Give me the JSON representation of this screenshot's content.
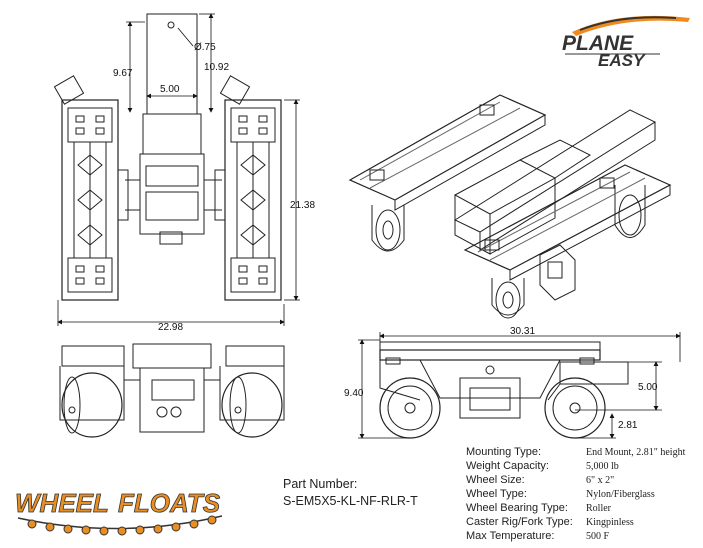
{
  "brand": {
    "top_logo_line1": "PLANE",
    "top_logo_line2": "EASY",
    "bottom_logo_word1": "WHEEL",
    "bottom_logo_word2": "FLOATS"
  },
  "dimensions": {
    "hole_dia": "Ø.75",
    "d_9_67": "9.67",
    "d_10_92": "10.92",
    "d_5_00_top": "5.00",
    "d_21_38": "21.38",
    "d_22_98": "22.98",
    "d_30_31": "30.31",
    "d_9_40": "9.40",
    "d_5_00_side": "5.00",
    "d_2_81": "2.81"
  },
  "part": {
    "label": "Part Number:",
    "value": "S-EM5X5-KL-NF-RLR-T"
  },
  "specs": [
    {
      "label": "Mounting Type:",
      "value": "End Mount, 2.81\" height"
    },
    {
      "label": "Weight Capacity:",
      "value": "5,000 lb"
    },
    {
      "label": "Wheel Size:",
      "value": "6\" x 2\""
    },
    {
      "label": "Wheel Type:",
      "value": "Nylon/Fiberglass"
    },
    {
      "label": "Wheel Bearing Type:",
      "value": "Roller"
    },
    {
      "label": "Caster Rig/Fork Type:",
      "value": "Kingpinless"
    },
    {
      "label": "Max Temperature:",
      "value": "500 F"
    }
  ],
  "colors": {
    "accent_orange": "#F08A1C",
    "logo_dark": "#333333",
    "wheelfloats_orange": "#E98E22"
  }
}
